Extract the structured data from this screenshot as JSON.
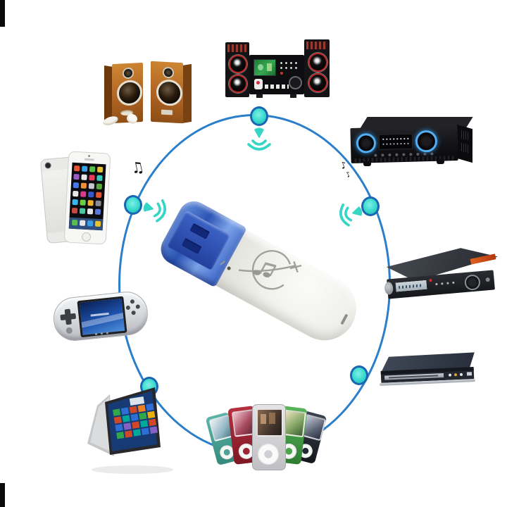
{
  "scene": {
    "type": "product-collage",
    "background": "#ffffff"
  },
  "hub_device": {
    "name": "usb-bluetooth-audio-receiver",
    "cap_color": "#3a63c4",
    "body_color": "#efefeb",
    "logo": "swoosh-music-note"
  },
  "connection_ring": {
    "line_color": "#2b7ec9",
    "node_fill": "#38d8cc",
    "node_border": "#1a66b4",
    "signal_color": "#35d6c6",
    "nodes": [
      "top",
      "left",
      "right",
      "bottom-left",
      "bottom-right"
    ],
    "signal_icons": [
      "top-down",
      "left-toward-center",
      "right-toward-center"
    ]
  },
  "decorations": {
    "note_left": "♫",
    "note_right_1": "♪",
    "note_right_2": "♪"
  },
  "devices": [
    {
      "id": "wooden-bookshelf-speakers",
      "position": "top-left",
      "color": "#b06423"
    },
    {
      "id": "mini-hifi-stereo-system",
      "position": "top-center",
      "accent": "#c02626",
      "display": "#2e9e4e"
    },
    {
      "id": "av-amplifier",
      "position": "top-right",
      "knob_glow": "#55aef0"
    },
    {
      "id": "satellite-receiver-box",
      "position": "right",
      "accent": "#d4581a"
    },
    {
      "id": "dvd-player",
      "position": "bottom-right"
    },
    {
      "id": "mp3-players-fan",
      "position": "bottom-center",
      "colors": [
        "#4aa396",
        "#9e2433",
        "#d9d9db",
        "#4da64d",
        "#232733"
      ]
    },
    {
      "id": "convertible-laptop-windows8",
      "position": "bottom-left",
      "screen": "#173a74"
    },
    {
      "id": "psp-handheld",
      "position": "left-bottom",
      "screen": "#1d53b0"
    },
    {
      "id": "iphone-smartphone",
      "position": "left-top"
    }
  ]
}
